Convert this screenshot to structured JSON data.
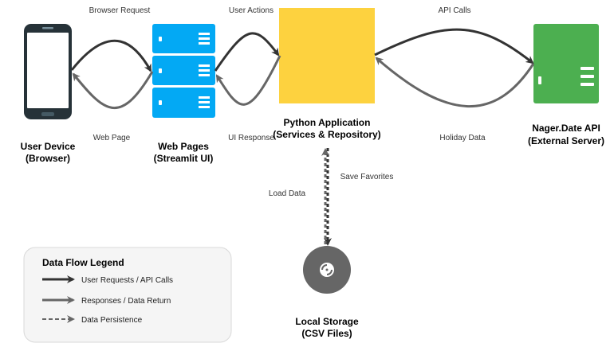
{
  "nodes": {
    "user_device": {
      "line1": "User Device",
      "line2": "(Browser)"
    },
    "web_pages": {
      "line1": "Web Pages",
      "line2": "(Streamlit UI)"
    },
    "python_app": {
      "line1": "Python Application",
      "line2": "(Services & Repository)",
      "color": "#FDD23F"
    },
    "nager_api": {
      "line1": "Nager.Date API",
      "line2": "(External Server)",
      "color": "#4CAF50"
    },
    "local_storage": {
      "line1": "Local Storage",
      "line2": "(CSV Files)",
      "color": "#666666"
    }
  },
  "edges": {
    "browser_request": "Browser Request",
    "web_page": "Web Page",
    "user_actions": "User Actions",
    "ui_response": "UI Response",
    "api_calls": "API Calls",
    "holiday_data": "Holiday Data",
    "save_favorites": "Save Favorites",
    "load_data": "Load Data"
  },
  "legend": {
    "title": "Data Flow Legend",
    "items": [
      "User Requests / API Calls",
      "Responses / Data Return",
      "Data Persistence"
    ]
  },
  "colors": {
    "request_arrow": "#333333",
    "response_arrow": "#666666",
    "server_blue": "#03A9F4",
    "device_dark": "#263238"
  }
}
